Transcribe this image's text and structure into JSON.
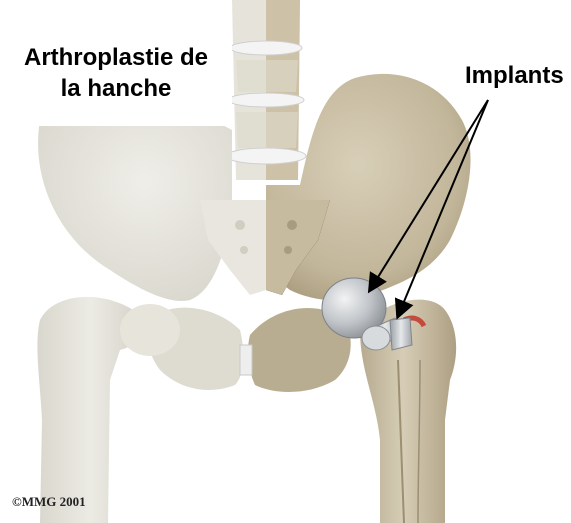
{
  "title": {
    "line1": "Arthroplastie de",
    "line2": "la hanche"
  },
  "callout": {
    "label": "Implants"
  },
  "copyright": "©MMG 2001",
  "icons": [
    "pelvis-illustration",
    "hip-implant-illustration",
    "arrow-icon"
  ],
  "colors": {
    "bone_faded": "#e2e0d6",
    "bone_natural": "#c9bea4",
    "bone_shadow": "#a89c80",
    "implant_metal": "#c4c7ca",
    "background": "#ffffff",
    "text": "#000000"
  }
}
